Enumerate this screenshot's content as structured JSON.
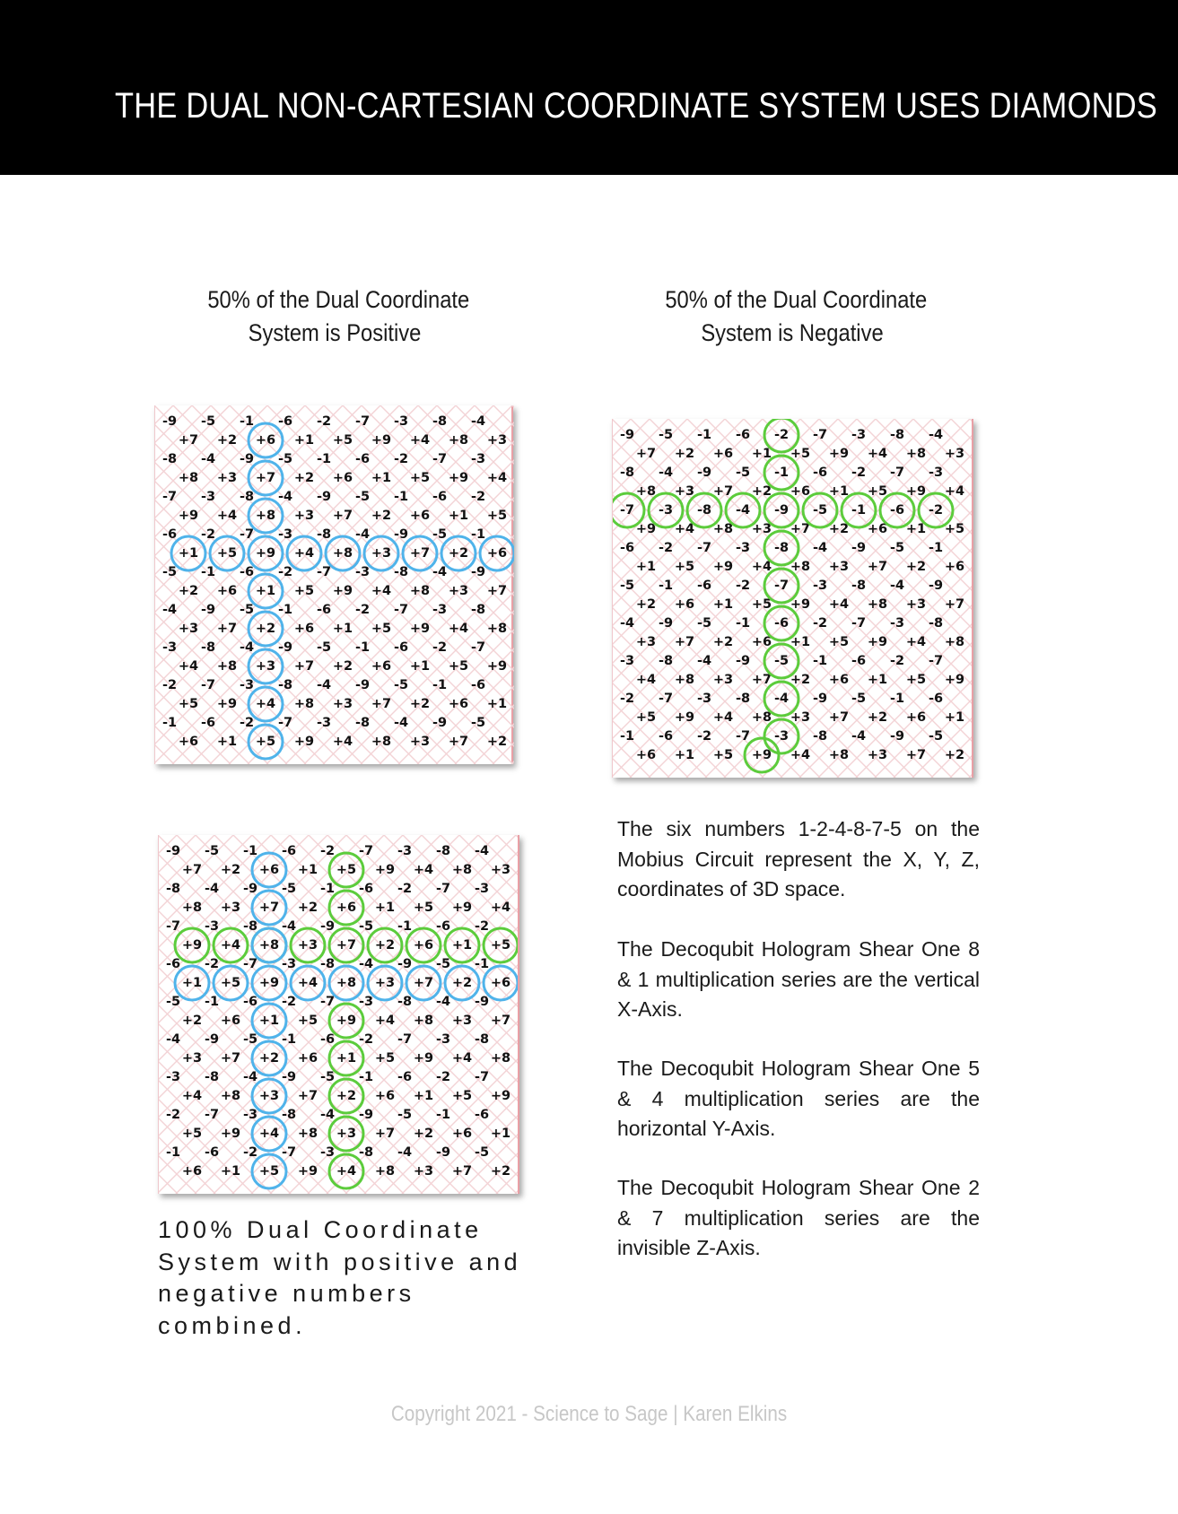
{
  "header": {
    "title": "THE DUAL NON-CARTESIAN COORDINATE SYSTEM USES DIAMONDS"
  },
  "captions": {
    "positive": [
      "50% of the Dual Coordinate",
      "System is Positive"
    ],
    "negative": [
      "50% of the Dual Coordinate",
      "System is Negative"
    ],
    "combined": [
      "100% Dual Coordinate",
      "System with positive and",
      "negative numbers",
      "combined."
    ]
  },
  "grid": {
    "rows": [
      [
        "-9",
        "-5",
        "-1",
        "-6",
        "-2",
        "-7",
        "-3",
        "-8",
        "-4"
      ],
      [
        "+7",
        "+2",
        "+6",
        "+1",
        "+5",
        "+9",
        "+4",
        "+8",
        "+3"
      ],
      [
        "-8",
        "-4",
        "-9",
        "-5",
        "-1",
        "-6",
        "-2",
        "-7",
        "-3"
      ],
      [
        "+8",
        "+3",
        "+7",
        "+2",
        "+6",
        "+1",
        "+5",
        "+9",
        "+4"
      ],
      [
        "-7",
        "-3",
        "-8",
        "-4",
        "-9",
        "-5",
        "-1",
        "-6",
        "-2"
      ],
      [
        "+9",
        "+4",
        "+8",
        "+3",
        "+7",
        "+2",
        "+6",
        "+1",
        "+5"
      ],
      [
        "-6",
        "-2",
        "-7",
        "-3",
        "-8",
        "-4",
        "-9",
        "-5",
        "-1"
      ],
      [
        "+1",
        "+5",
        "+9",
        "+4",
        "+8",
        "+3",
        "+7",
        "+2",
        "+6"
      ],
      [
        "-5",
        "-1",
        "-6",
        "-2",
        "-7",
        "-3",
        "-8",
        "-4",
        "-9"
      ],
      [
        "+2",
        "+6",
        "+1",
        "+5",
        "+9",
        "+4",
        "+8",
        "+3",
        "+7"
      ],
      [
        "-4",
        "-9",
        "-5",
        "-1",
        "-6",
        "-2",
        "-7",
        "-3",
        "-8"
      ],
      [
        "+3",
        "+7",
        "+2",
        "+6",
        "+1",
        "+5",
        "+9",
        "+4",
        "+8"
      ],
      [
        "-3",
        "-8",
        "-4",
        "-9",
        "-5",
        "-1",
        "-6",
        "-2",
        "-7"
      ],
      [
        "+4",
        "+8",
        "+3",
        "+7",
        "+2",
        "+6",
        "+1",
        "+5",
        "+9"
      ],
      [
        "-2",
        "-7",
        "-3",
        "-8",
        "-4",
        "-9",
        "-5",
        "-1",
        "-6"
      ],
      [
        "+5",
        "+9",
        "+4",
        "+8",
        "+3",
        "+7",
        "+2",
        "+6",
        "+1"
      ],
      [
        "-1",
        "-6",
        "-2",
        "-7",
        "-3",
        "-8",
        "-4",
        "-9",
        "-5"
      ],
      [
        "+6",
        "+1",
        "+5",
        "+9",
        "+4",
        "+8",
        "+3",
        "+7",
        "+2"
      ]
    ],
    "colors": {
      "positive_circle": "#4fb3ea",
      "negative_circle": "#5ccc3c",
      "diamond": "#f3d3d6"
    }
  },
  "body": {
    "paragraphs": [
      "The six numbers 1-2-4-8-7-5 on the Mobius Circuit represent the X, Y, Z, coordinates of 3D space.",
      "The Decoqubit Hologram Shear One 8 & 1 multiplication series are the vertical X-Axis.",
      "The Decoqubit Hologram Shear One 5 & 4 multiplication series are the horizontal Y-Axis.",
      "The Decoqubit Hologram Shear One 2 & 7 multiplication series are the invisible Z-Axis."
    ]
  },
  "footer": {
    "text": "Copyright 2021 - Science to Sage | Karen Elkins"
  }
}
